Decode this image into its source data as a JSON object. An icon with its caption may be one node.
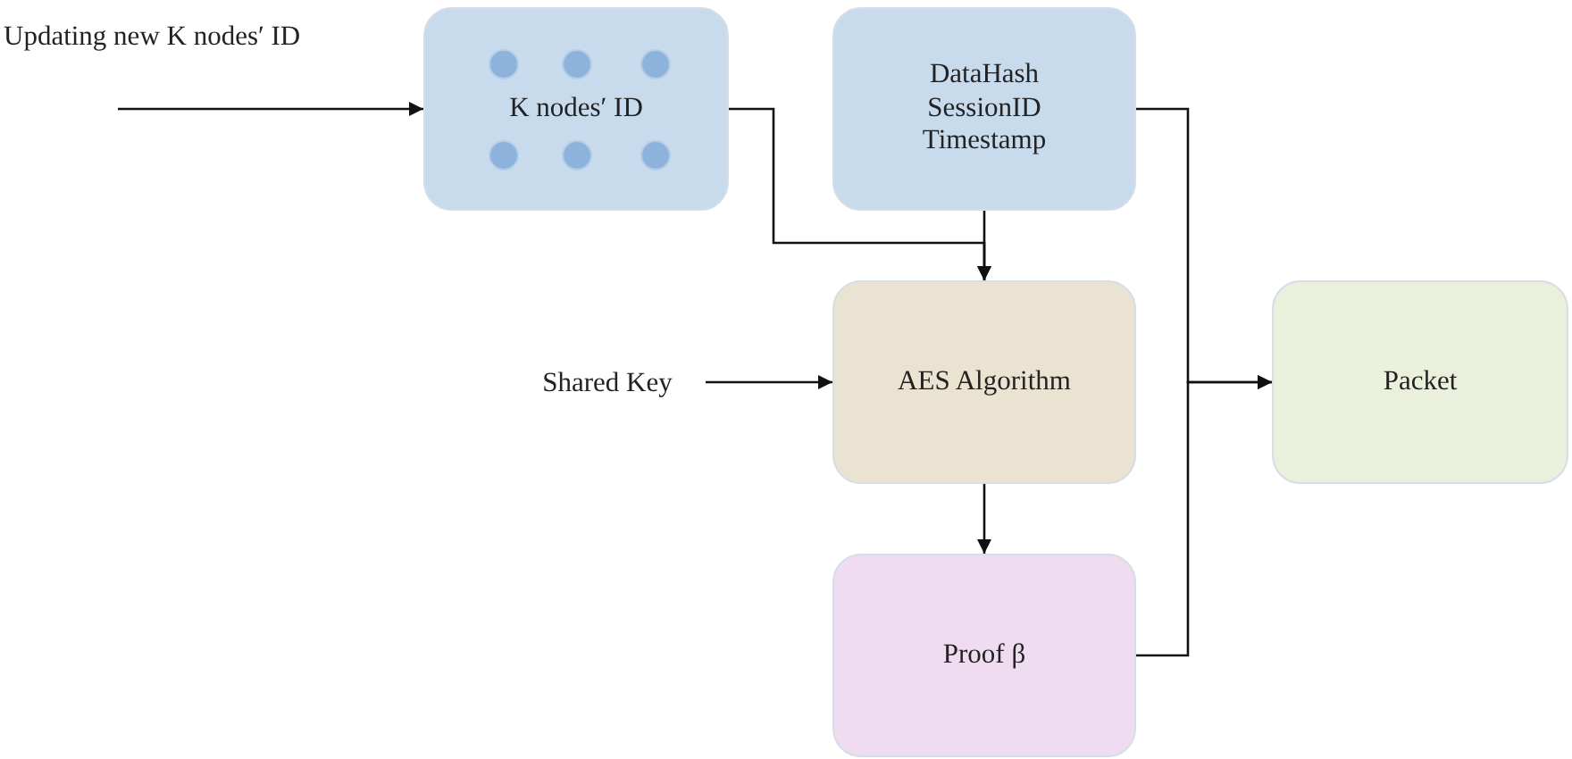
{
  "diagram": {
    "nodes": [
      {
        "text": [
          "Updating new K nodes′ ID"
        ]
      },
      {
        "text": [
          "K nodes′ ID"
        ]
      },
      {
        "text": [
          "DataHash",
          "SessionID",
          "Timestamp"
        ]
      },
      {
        "text": [
          "Shared Key"
        ]
      },
      {
        "text": [
          "AES Algorithm"
        ]
      },
      {
        "text": [
          "Proof β"
        ]
      },
      {
        "text": [
          "Packet"
        ]
      }
    ],
    "edges": [
      {
        "from": 0,
        "to": 1,
        "arrow": "to"
      },
      {
        "from": 1,
        "to": 4,
        "arrow": "to"
      },
      {
        "from": 2,
        "to": 4,
        "arrow": "to"
      },
      {
        "from": 3,
        "to": 4,
        "arrow": "to"
      },
      {
        "from": 4,
        "to": 5,
        "arrow": "to"
      },
      {
        "from": 2,
        "to": 6,
        "arrow": "to"
      },
      {
        "from": 5,
        "to": 6,
        "arrow": "to"
      }
    ]
  }
}
